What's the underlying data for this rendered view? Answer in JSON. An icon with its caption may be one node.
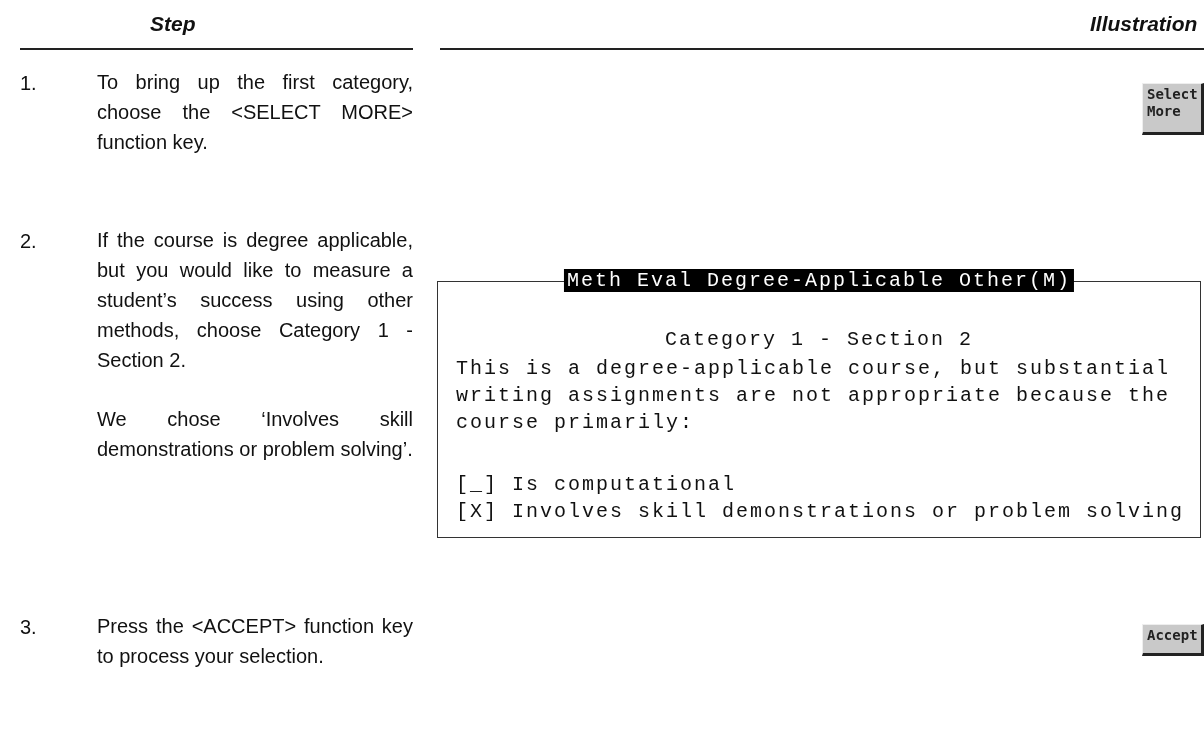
{
  "diagram": {
    "nodes": [
      {
        "text": [
          "Select More"
        ]
      },
      {
        "text": [
          "Meth Eval Degree-Applicable Other(M)",
          "Category 1 - Section 2",
          "This is a degree-applicable course, but substantial writing assignments are not appropriate because the course primarily:",
          "[_] Is computational",
          "[X] Involves skill demonstrations or problem solving"
        ]
      },
      {
        "text": [
          "Accept"
        ]
      }
    ],
    "labels": [
      "Step",
      "Illustration",
      "1.",
      "To bring up the first category, choose the <SELECT MORE> function key.",
      "2.",
      "If the course is degree applicable, but you would like to measure a student’s success using other methods, choose Category 1 - Section 2.",
      "We chose ‘Involves skill demonstrations or problem solving’.",
      "3.",
      "Press the <ACCEPT> function key to process your selection."
    ]
  }
}
